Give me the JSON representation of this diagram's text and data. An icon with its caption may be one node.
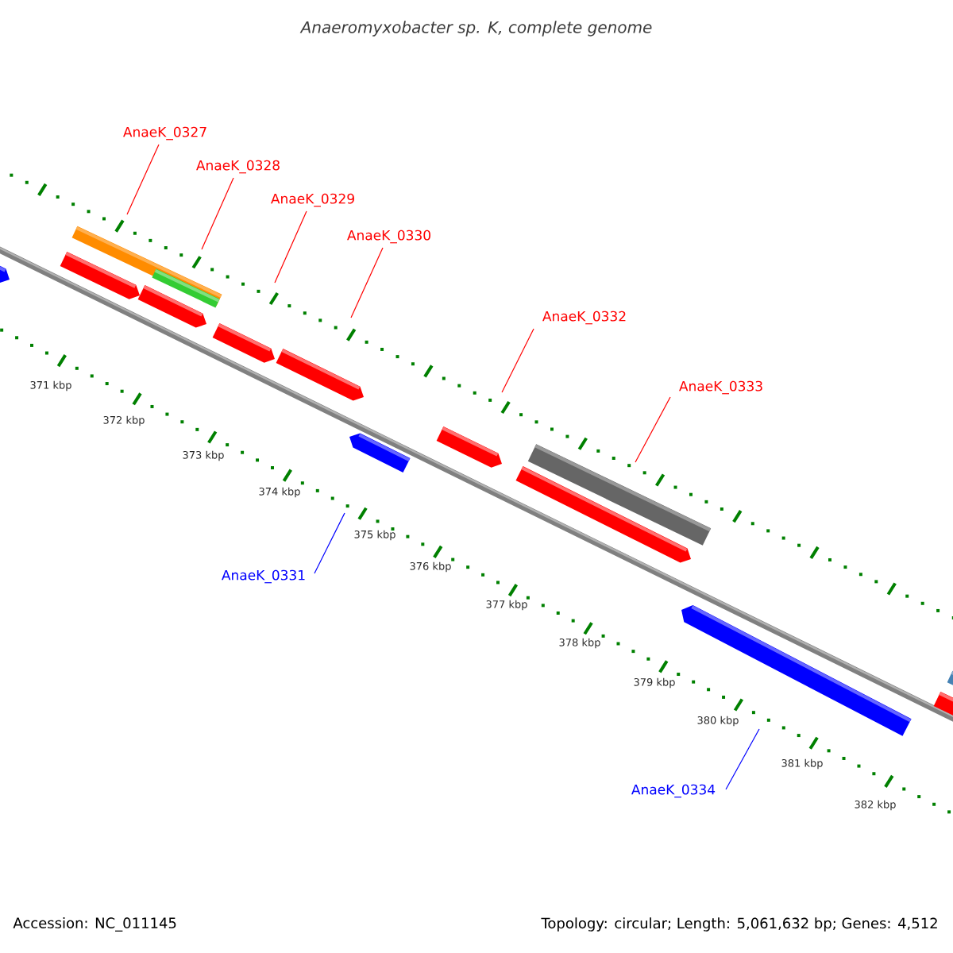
{
  "diagram": {
    "title": "Anaeromyxobacter sp. K, complete genome",
    "nodes": [
      {
        "text": [
          "AnaeK_0327"
        ]
      },
      {
        "text": [
          "AnaeK_0328"
        ]
      },
      {
        "text": [
          "AnaeK_0329"
        ]
      },
      {
        "text": [
          "AnaeK_0330"
        ]
      },
      {
        "text": [
          "AnaeK_0332"
        ]
      },
      {
        "text": [
          "AnaeK_0333"
        ]
      },
      {
        "text": [
          "AnaeK_0331"
        ]
      },
      {
        "text": [
          "AnaeK_0334"
        ]
      }
    ],
    "edges": [
      {
        "from": 0,
        "to": null,
        "arrow": "none"
      },
      {
        "from": 1,
        "to": null,
        "arrow": "none"
      },
      {
        "from": 2,
        "to": null,
        "arrow": "none"
      },
      {
        "from": 3,
        "to": null,
        "arrow": "none"
      },
      {
        "from": 4,
        "to": null,
        "arrow": "none"
      },
      {
        "from": 5,
        "to": null,
        "arrow": "none"
      },
      {
        "from": 6,
        "to": null,
        "arrow": "none",
        "color": "#0000ff"
      },
      {
        "from": 7,
        "to": null,
        "arrow": "none",
        "color": "#0000ff"
      }
    ],
    "labels": [
      "371 kbp",
      "372 kbp",
      "373 kbp",
      "374 kbp",
      "375 kbp",
      "376 kbp",
      "377 kbp",
      "378 kbp",
      "379 kbp",
      "380 kbp",
      "381 kbp",
      "382 kbp",
      "Accession: NC_011145",
      "Topology: circular; Length: 5,061,632 bp; Genes: 4,512"
    ]
  }
}
